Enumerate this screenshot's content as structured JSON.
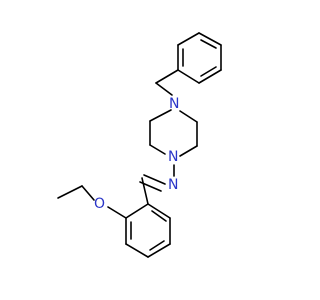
{
  "molecule": {
    "atoms": [
      {
        "id": "N_amine",
        "symbol": "N",
        "color": "#2a35c8"
      },
      {
        "id": "N_pip",
        "symbol": "N",
        "color": "#2a35c8"
      },
      {
        "id": "N_imine",
        "symbol": "N",
        "color": "#2a35c8"
      },
      {
        "id": "O_ether",
        "symbol": "O",
        "color": "#e0231f"
      }
    ],
    "bond_color": "#000000"
  }
}
